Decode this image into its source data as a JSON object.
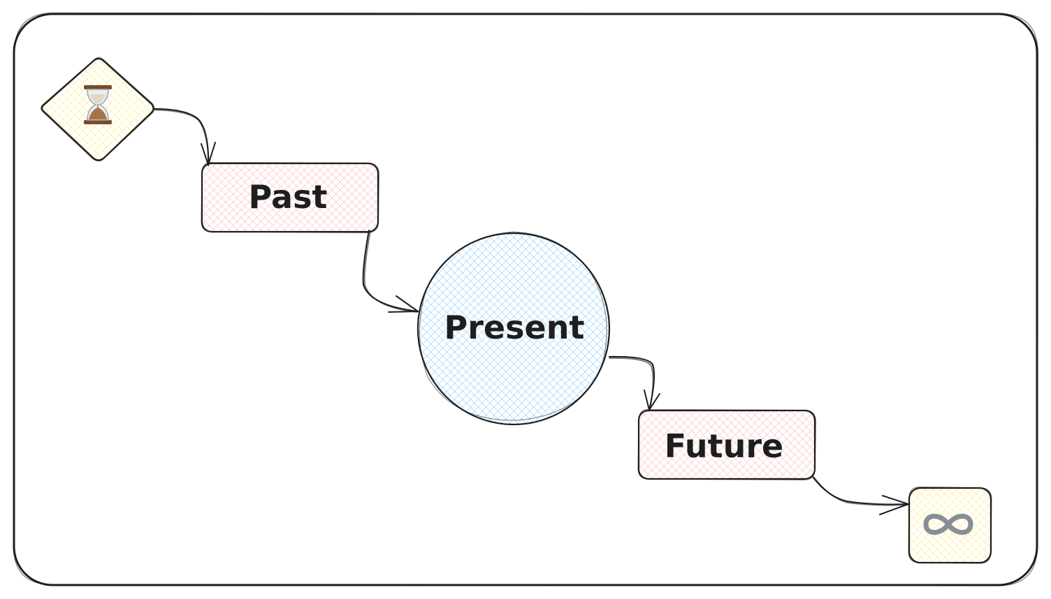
{
  "diagram": {
    "colors": {
      "stroke": "#1e1e1e",
      "rect_hatch": "#ffc9c9",
      "circle_hatch": "#a5d8ff",
      "start_end_hatch": "#ffec99",
      "icon_gray": "#868e96"
    },
    "nodes": {
      "start": {
        "icon": "hourglass-icon"
      },
      "past": {
        "label": "Past"
      },
      "present": {
        "label": "Present"
      },
      "future": {
        "label": "Future"
      },
      "end": {
        "icon": "infinity-icon"
      }
    },
    "edges": [
      {
        "from": "start",
        "to": "past"
      },
      {
        "from": "past",
        "to": "present"
      },
      {
        "from": "present",
        "to": "future"
      },
      {
        "from": "future",
        "to": "end"
      }
    ]
  }
}
